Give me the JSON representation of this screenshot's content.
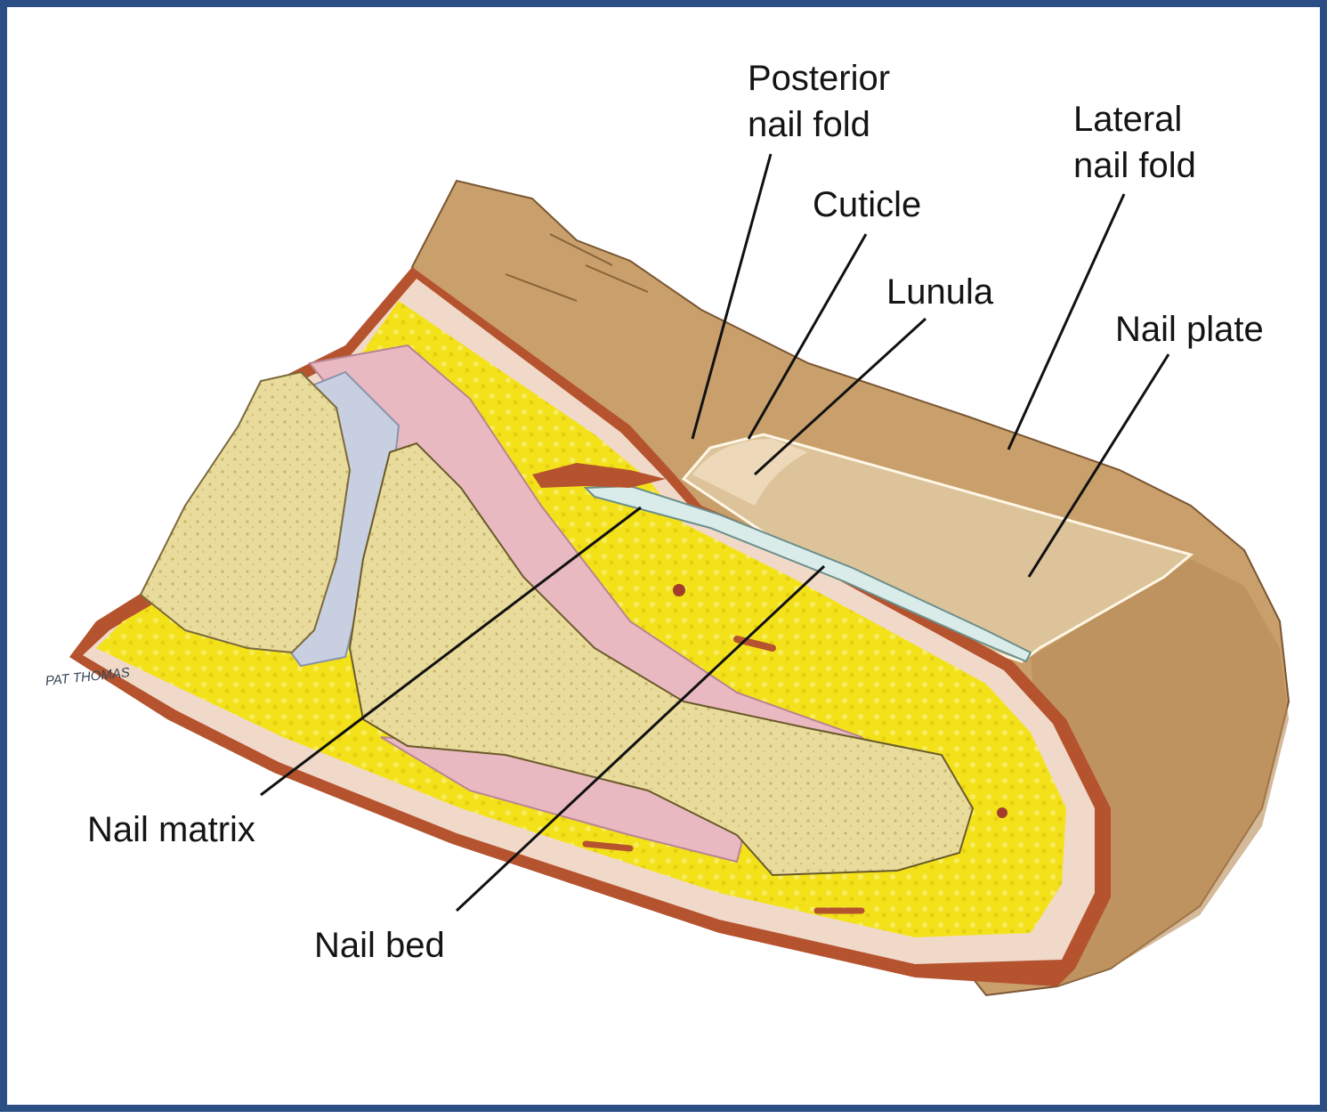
{
  "diagram": {
    "labels": {
      "posterior_nail_fold": "Posterior\nnail fold",
      "lateral_nail_fold": "Lateral\nnail fold",
      "cuticle": "Cuticle",
      "lunula": "Lunula",
      "nail_plate": "Nail plate",
      "nail_matrix": "Nail matrix",
      "nail_bed": "Nail bed"
    },
    "artist_signature": "PAT THOMAS",
    "colors": {
      "frame": "#2b4f84",
      "skin": "#c9a06b",
      "skin_dark": "#a9794a",
      "nail_plate": "#dcc39a",
      "dermis_border": "#b5532f",
      "dermis": "#f0d9c8",
      "fat": "#f3e21a",
      "bone": "#e9dc9a",
      "cartilage": "#c8cfe0",
      "tendon": "#e9b9c1",
      "leader": "#111111"
    }
  }
}
